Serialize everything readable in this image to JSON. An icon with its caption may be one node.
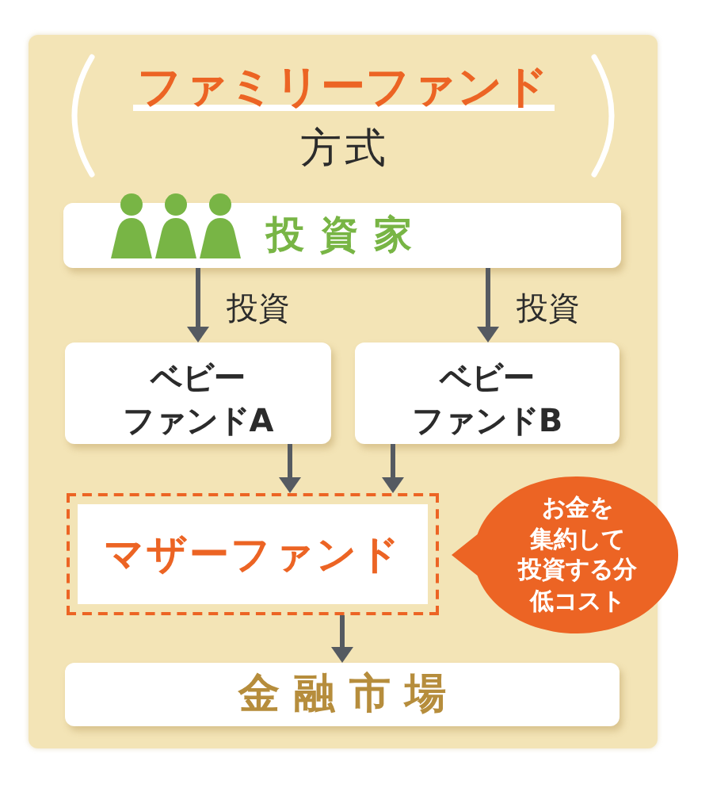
{
  "diagram": {
    "nodes": [
      {
        "text": [
          "ファミリーファンド",
          "方式"
        ]
      },
      {
        "text": [
          "投資家"
        ],
        "in": 0
      },
      {
        "text": [
          "ベビーファンドA"
        ],
        "in": 0
      },
      {
        "text": [
          "ベビーファンドB"
        ],
        "in": 0
      },
      {
        "text": [
          "マザーファンド"
        ],
        "in": 0
      },
      {
        "text": [
          "お金を集約して投資する分低コスト"
        ]
      },
      {
        "text": [
          "金融市場"
        ],
        "in": 0
      }
    ],
    "edges": [
      {
        "from": 1,
        "to": 2,
        "arrow": "to",
        "label": "投資"
      },
      {
        "from": 1,
        "to": 3,
        "arrow": "to",
        "label": "投資"
      },
      {
        "from": 2,
        "to": 4,
        "arrow": "to"
      },
      {
        "from": 3,
        "to": 4,
        "arrow": "to"
      },
      {
        "from": 4,
        "to": 6,
        "arrow": "to"
      }
    ]
  }
}
